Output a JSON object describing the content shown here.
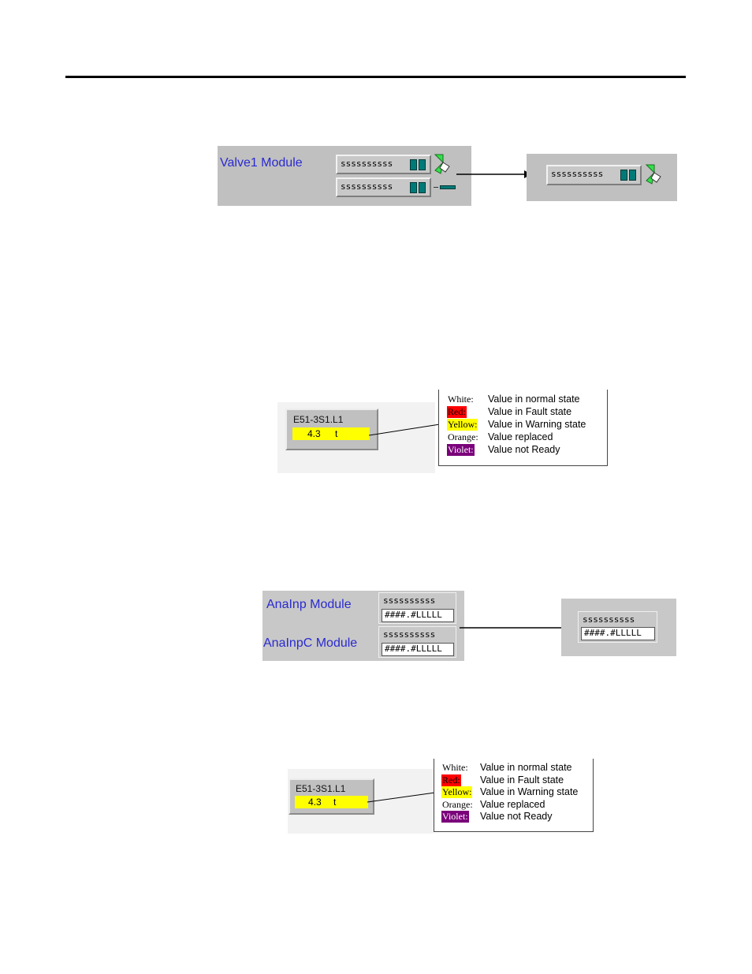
{
  "figure1": {
    "module_label": "Valve1 Module",
    "field1_text": "ssssssssss",
    "field2_text": "ssssssssss",
    "result_field_text": "ssssssssss",
    "valve_color": "#33e04a"
  },
  "figure2": {
    "tag_name": "E51-3S1.L1",
    "tag_value": "4.3",
    "tag_unit": "t",
    "legend": [
      {
        "color_name": "White:",
        "description": "Value in normal state",
        "swatch": "#ffffff"
      },
      {
        "color_name": "Red:",
        "description": "Value in Fault state",
        "swatch": "#ff0000"
      },
      {
        "color_name": "Yellow:",
        "description": "Value in Warning state",
        "swatch": "#ffff00"
      },
      {
        "color_name": "Orange:",
        "description": "Value replaced",
        "swatch": "#ffffff"
      },
      {
        "color_name": "Violet:",
        "description": "Value not Ready",
        "swatch": "#7a007a"
      }
    ]
  },
  "figure3": {
    "module1_label": "AnaInp Module",
    "module2_label": "AnaInpC Module",
    "box1_line1": "ssssssssss",
    "box1_line2": "####.#LLLLL",
    "box2_line1": "ssssssssss",
    "box2_line2": "####.#LLLLL",
    "result_line1": "ssssssssss",
    "result_line2": "####.#LLLLL"
  },
  "figure4": {
    "tag_name": "E51-3S1.L1",
    "tag_value": "4.3",
    "tag_unit": "t",
    "legend": [
      {
        "color_name": "White:",
        "description": "Value in normal state",
        "swatch": "#ffffff"
      },
      {
        "color_name": "Red:",
        "description": "Value in Fault state",
        "swatch": "#ff0000"
      },
      {
        "color_name": "Yellow:",
        "description": "Value in Warning state",
        "swatch": "#ffff00"
      },
      {
        "color_name": "Orange:",
        "description": "Value replaced",
        "swatch": "#ffffff"
      },
      {
        "color_name": "Violet:",
        "description": "Value not Ready",
        "swatch": "#7a007a"
      }
    ]
  }
}
